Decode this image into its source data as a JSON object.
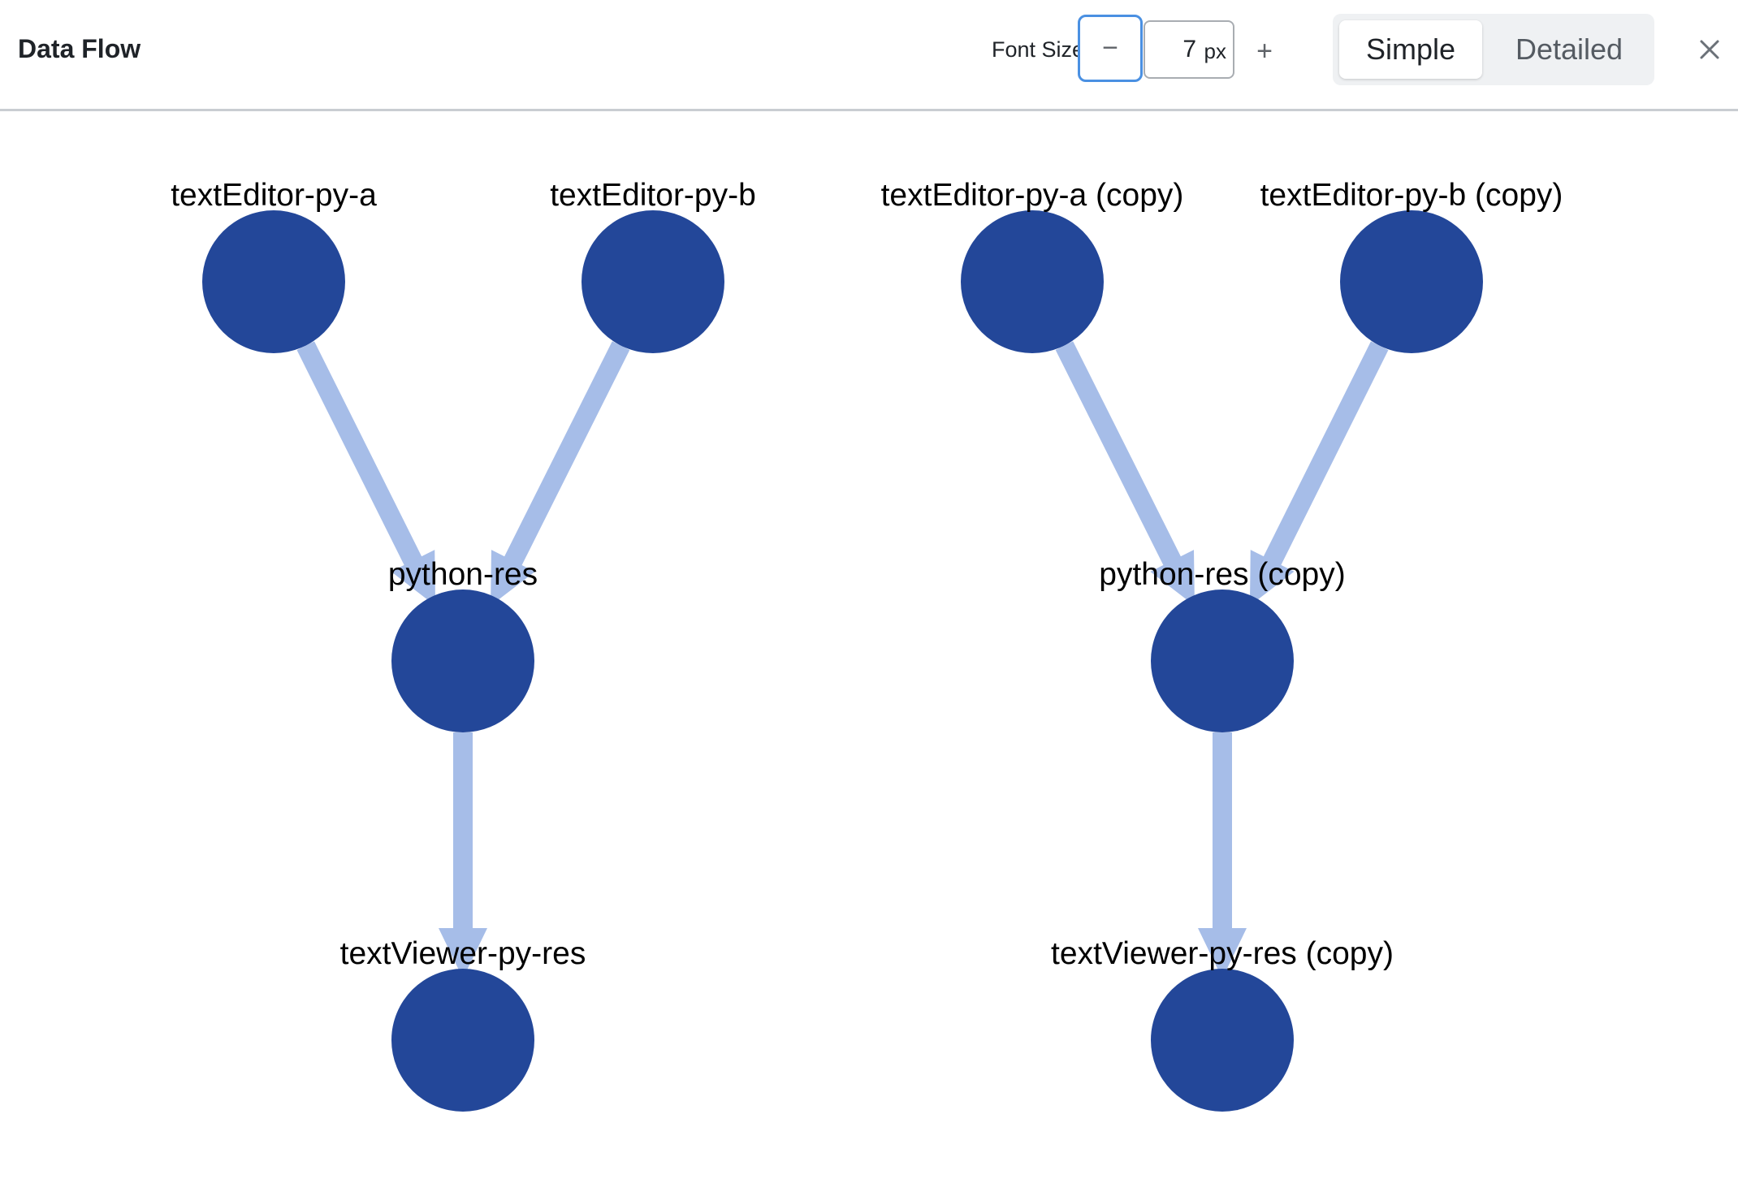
{
  "header": {
    "title": "Data Flow",
    "font_size_label": "Font Size",
    "font_size_value": "7",
    "font_size_unit": "px",
    "decrement_label": "−",
    "increment_label": "+",
    "modes": [
      "Simple",
      "Detailed"
    ],
    "active_mode": "Simple",
    "close_icon": "close-icon"
  },
  "colors": {
    "node_fill": "#234799",
    "edge": "#a6bde8",
    "accent": "#4a90e2"
  },
  "graph": {
    "nodes": [
      {
        "id": "a",
        "label": "textEditor-py-a"
      },
      {
        "id": "b",
        "label": "textEditor-py-b"
      },
      {
        "id": "ac",
        "label": "textEditor-py-a (copy)"
      },
      {
        "id": "bc",
        "label": "textEditor-py-b (copy)"
      },
      {
        "id": "p",
        "label": "python-res"
      },
      {
        "id": "pc",
        "label": "python-res (copy)"
      },
      {
        "id": "v",
        "label": "textViewer-py-res"
      },
      {
        "id": "vc",
        "label": "textViewer-py-res (copy)"
      }
    ],
    "edges": [
      {
        "from": "a",
        "to": "p"
      },
      {
        "from": "b",
        "to": "p"
      },
      {
        "from": "p",
        "to": "v"
      },
      {
        "from": "ac",
        "to": "pc"
      },
      {
        "from": "bc",
        "to": "pc"
      },
      {
        "from": "pc",
        "to": "vc"
      }
    ]
  }
}
